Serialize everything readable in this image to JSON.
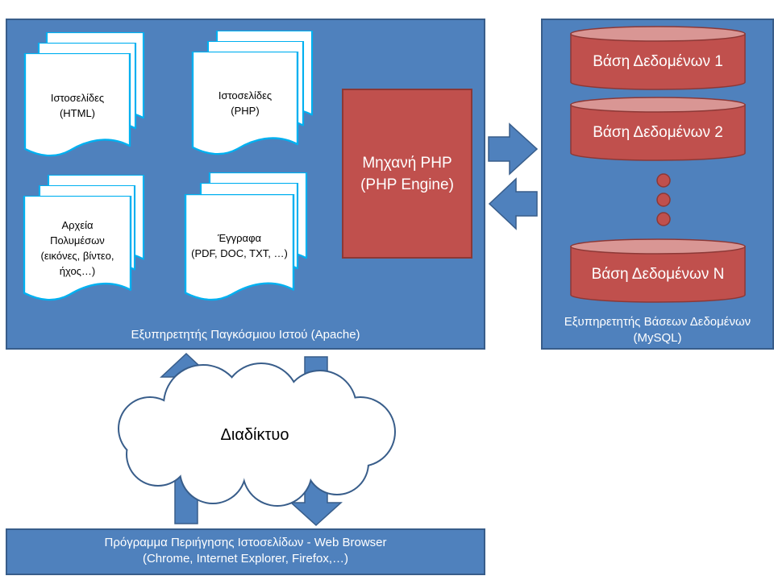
{
  "web_server": {
    "label": "Εξυπηρετητής Παγκόσμιου Ιστού (Apache)",
    "html_pages": [
      "Ιστοσελίδες",
      "(HTML)"
    ],
    "php_pages": [
      "Ιστοσελίδες",
      "(PHP)"
    ],
    "media_files": [
      "Αρχεία",
      "Πολυμέσων",
      "(εικόνες, βίντεο,",
      "ήχος…)"
    ],
    "documents": [
      "Έγγραφα",
      "(PDF, DOC, TXT, …)"
    ],
    "php_engine": [
      "Μηχανή PHP",
      "(PHP Engine)"
    ]
  },
  "db_server": {
    "label": [
      "Εξυπηρετητής Βάσεων Δεδομένων",
      "(MySQL)"
    ],
    "databases": [
      "Βάση Δεδομένων 1",
      "Βάση Δεδομένων 2",
      "Βάση Δεδομένων N"
    ]
  },
  "internet": {
    "label": "Διαδίκτυο"
  },
  "browser": {
    "label": [
      "Πρόγραμμα Περιήγησης Ιστοσελίδων - Web Browser",
      "(Chrome, Internet Explorer, Firefox,…)"
    ]
  },
  "colors": {
    "panel": "#4f81bd",
    "panel_border": "#385d8a",
    "engine": "#c0504d",
    "database": "#c0504d",
    "document": "#ffffff",
    "document_border": "#00b0f0"
  }
}
